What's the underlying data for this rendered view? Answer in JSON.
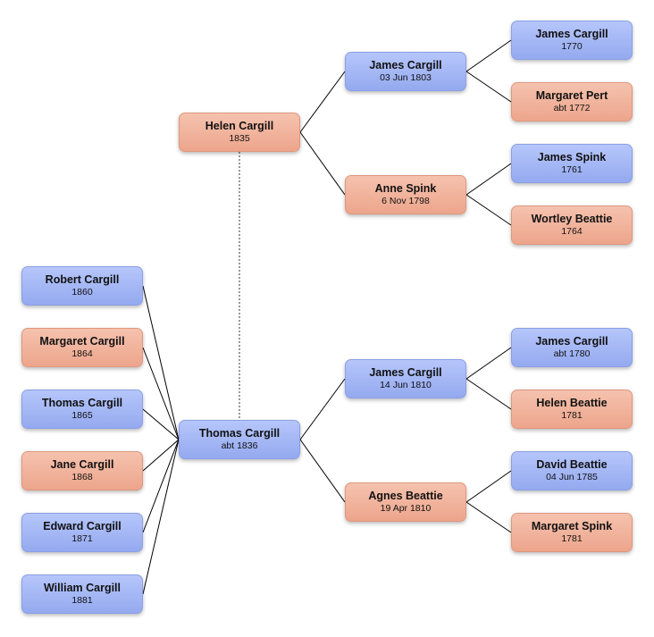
{
  "people": {
    "helen_cargill_1835": {
      "name": "Helen Cargill",
      "date": "1835",
      "gender": "female"
    },
    "thomas_cargill_1836": {
      "name": "Thomas Cargill",
      "date": "abt 1836",
      "gender": "male"
    },
    "james_cargill_1803": {
      "name": "James Cargill",
      "date": "03 Jun 1803",
      "gender": "male"
    },
    "anne_spink": {
      "name": "Anne Spink",
      "date": "6 Nov 1798",
      "gender": "female"
    },
    "james_cargill_1770": {
      "name": "James Cargill",
      "date": "1770",
      "gender": "male"
    },
    "margaret_pert": {
      "name": "Margaret Pert",
      "date": "abt 1772",
      "gender": "female"
    },
    "james_spink": {
      "name": "James Spink",
      "date": "1761",
      "gender": "male"
    },
    "wortley_beattie": {
      "name": "Wortley Beattie",
      "date": "1764",
      "gender": "female"
    },
    "james_cargill_1810": {
      "name": "James Cargill",
      "date": "14 Jun 1810",
      "gender": "male"
    },
    "agnes_beattie": {
      "name": "Agnes Beattie",
      "date": "19 Apr 1810",
      "gender": "female"
    },
    "james_cargill_1780": {
      "name": "James Cargill",
      "date": "abt 1780",
      "gender": "male"
    },
    "helen_beattie": {
      "name": "Helen Beattie",
      "date": "1781",
      "gender": "female"
    },
    "david_beattie": {
      "name": "David Beattie",
      "date": "04 Jun 1785",
      "gender": "male"
    },
    "margaret_spink": {
      "name": "Margaret Spink",
      "date": "1781",
      "gender": "female"
    },
    "robert_cargill": {
      "name": "Robert Cargill",
      "date": "1860",
      "gender": "male"
    },
    "margaret_cargill": {
      "name": "Margaret Cargill",
      "date": "1864",
      "gender": "female"
    },
    "thomas_cargill_1865": {
      "name": "Thomas Cargill",
      "date": "1865",
      "gender": "male"
    },
    "jane_cargill": {
      "name": "Jane Cargill",
      "date": "1868",
      "gender": "female"
    },
    "edward_cargill": {
      "name": "Edward Cargill",
      "date": "1871",
      "gender": "male"
    },
    "william_cargill": {
      "name": "William Cargill",
      "date": "1881",
      "gender": "male"
    }
  },
  "parent_links": [
    {
      "child": "helen_cargill_1835",
      "parents": [
        "james_cargill_1803",
        "anne_spink"
      ]
    },
    {
      "child": "james_cargill_1803",
      "parents": [
        "james_cargill_1770",
        "margaret_pert"
      ]
    },
    {
      "child": "anne_spink",
      "parents": [
        "james_spink",
        "wortley_beattie"
      ]
    },
    {
      "child": "thomas_cargill_1836",
      "parents": [
        "james_cargill_1810",
        "agnes_beattie"
      ]
    },
    {
      "child": "james_cargill_1810",
      "parents": [
        "james_cargill_1780",
        "helen_beattie"
      ]
    },
    {
      "child": "agnes_beattie",
      "parents": [
        "david_beattie",
        "margaret_spink"
      ]
    }
  ],
  "children_of_couple": [
    "robert_cargill",
    "margaret_cargill",
    "thomas_cargill_1865",
    "jane_cargill",
    "edward_cargill",
    "william_cargill"
  ],
  "spouse_link": [
    "helen_cargill_1835",
    "thomas_cargill_1836"
  ],
  "colors": {
    "male_fill": "#a6b8f6",
    "female_fill": "#f1b49d",
    "line": "#000000"
  }
}
